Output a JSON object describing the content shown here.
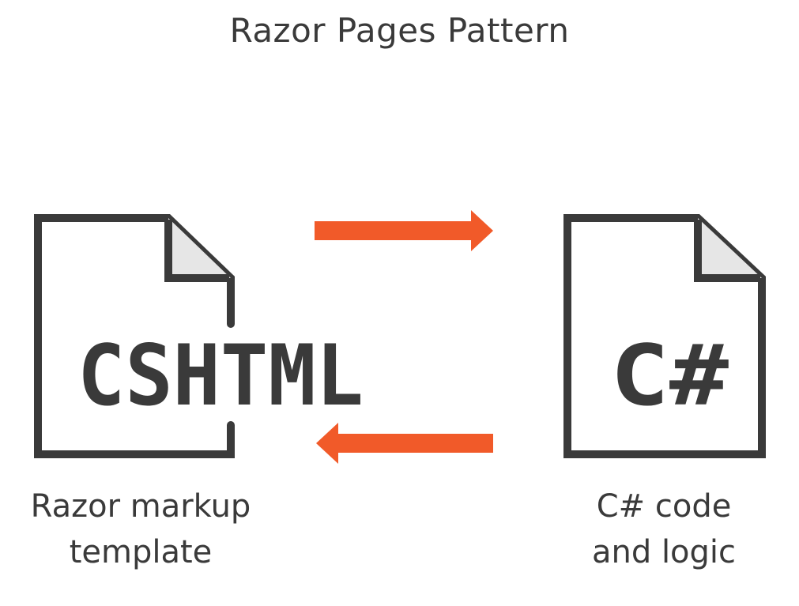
{
  "title": "Razor Pages Pattern",
  "left_file": {
    "label": "CSHTML",
    "caption_line1": "Razor markup",
    "caption_line2": "template"
  },
  "right_file": {
    "label": "C#",
    "caption_line1": "C# code",
    "caption_line2": "and logic"
  },
  "colors": {
    "arrow": "#f15a29",
    "outline": "#3a3a3a",
    "fold_fill": "#e6e6e6"
  },
  "icons": [
    "document-icon",
    "arrow-right-icon",
    "arrow-left-icon"
  ]
}
